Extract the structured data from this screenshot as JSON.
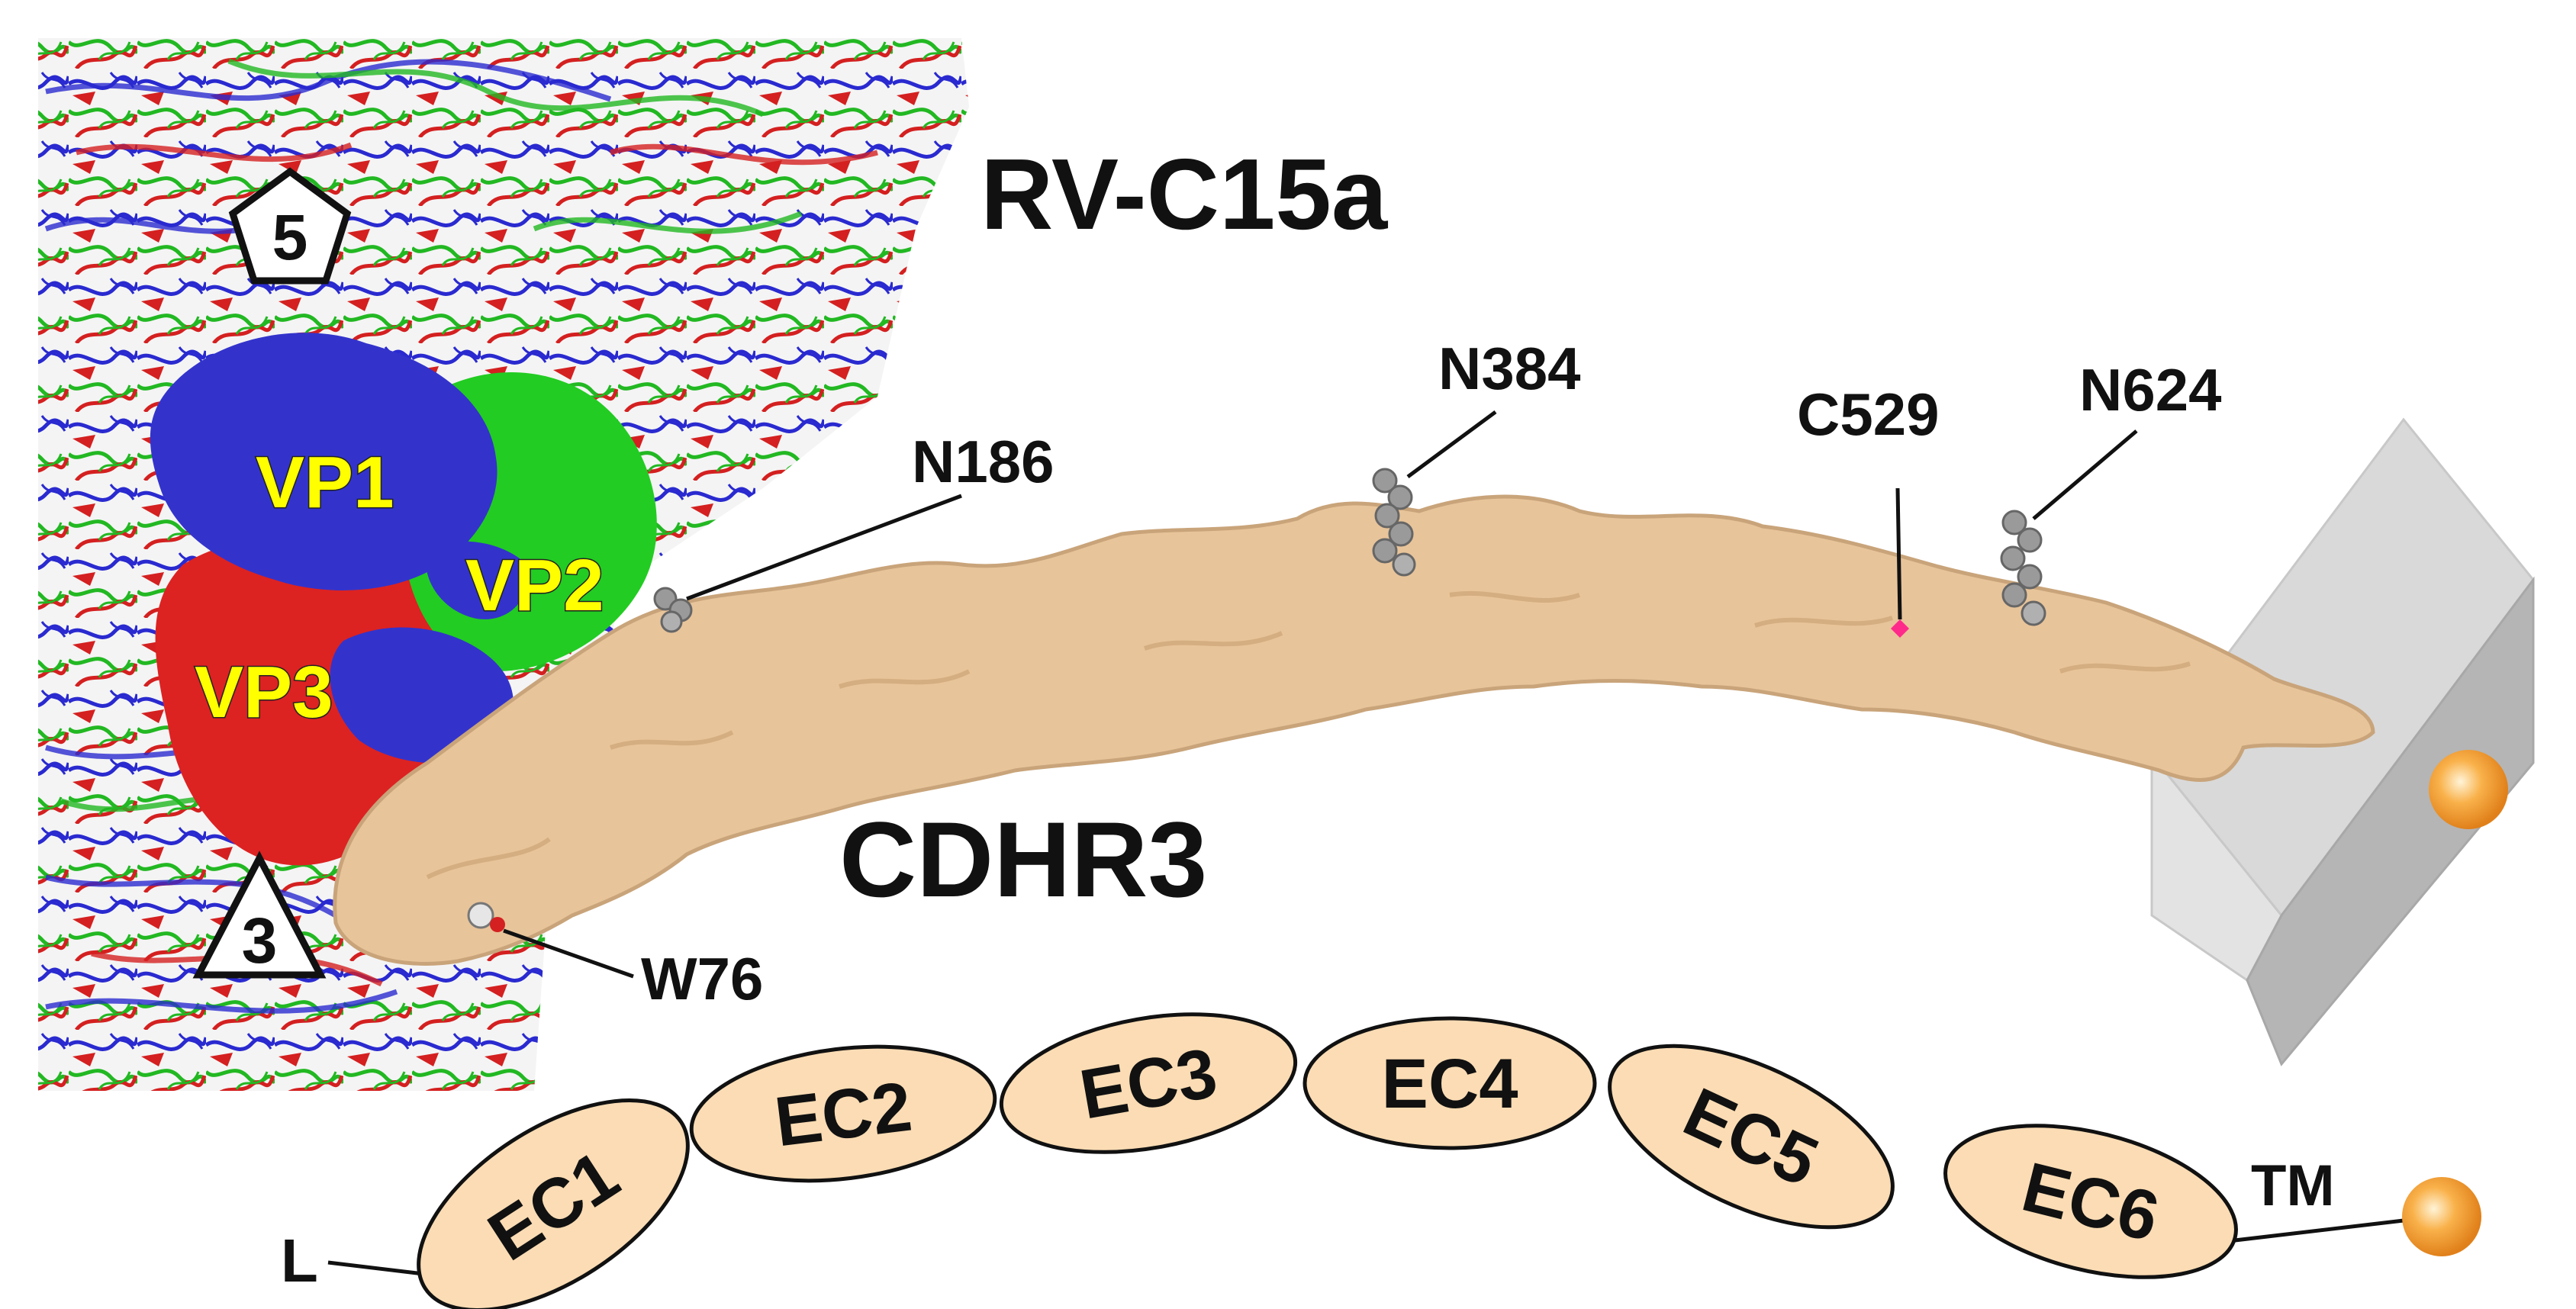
{
  "virus": {
    "name": "RV-C15a"
  },
  "receptor": {
    "name": "CDHR3"
  },
  "capsid_proteins": [
    {
      "label": "VP1",
      "color": "#3333cc"
    },
    {
      "label": "VP2",
      "color": "#22cc22"
    },
    {
      "label": "VP3",
      "color": "#dd2222"
    }
  ],
  "symmetry_axes": {
    "fivefold": "5",
    "threefold": "3"
  },
  "residues": {
    "n186": "N186",
    "n384": "N384",
    "c529": "C529",
    "n624": "N624",
    "w76": "W76"
  },
  "domains": {
    "leader": "L",
    "ec1": "EC1",
    "ec2": "EC2",
    "ec3": "EC3",
    "ec4": "EC4",
    "ec5": "EC5",
    "ec6": "EC6",
    "transmembrane": "TM"
  },
  "colors": {
    "receptor_surface": "#e8c49a",
    "domain_fill": "#fbdcb4",
    "membrane": "#d9d9d9",
    "membrane_dark": "#b5b5b5",
    "anchor": "#f5a030",
    "glycan": "#9a9a9a",
    "c529_mark": "#ff2a8a"
  }
}
